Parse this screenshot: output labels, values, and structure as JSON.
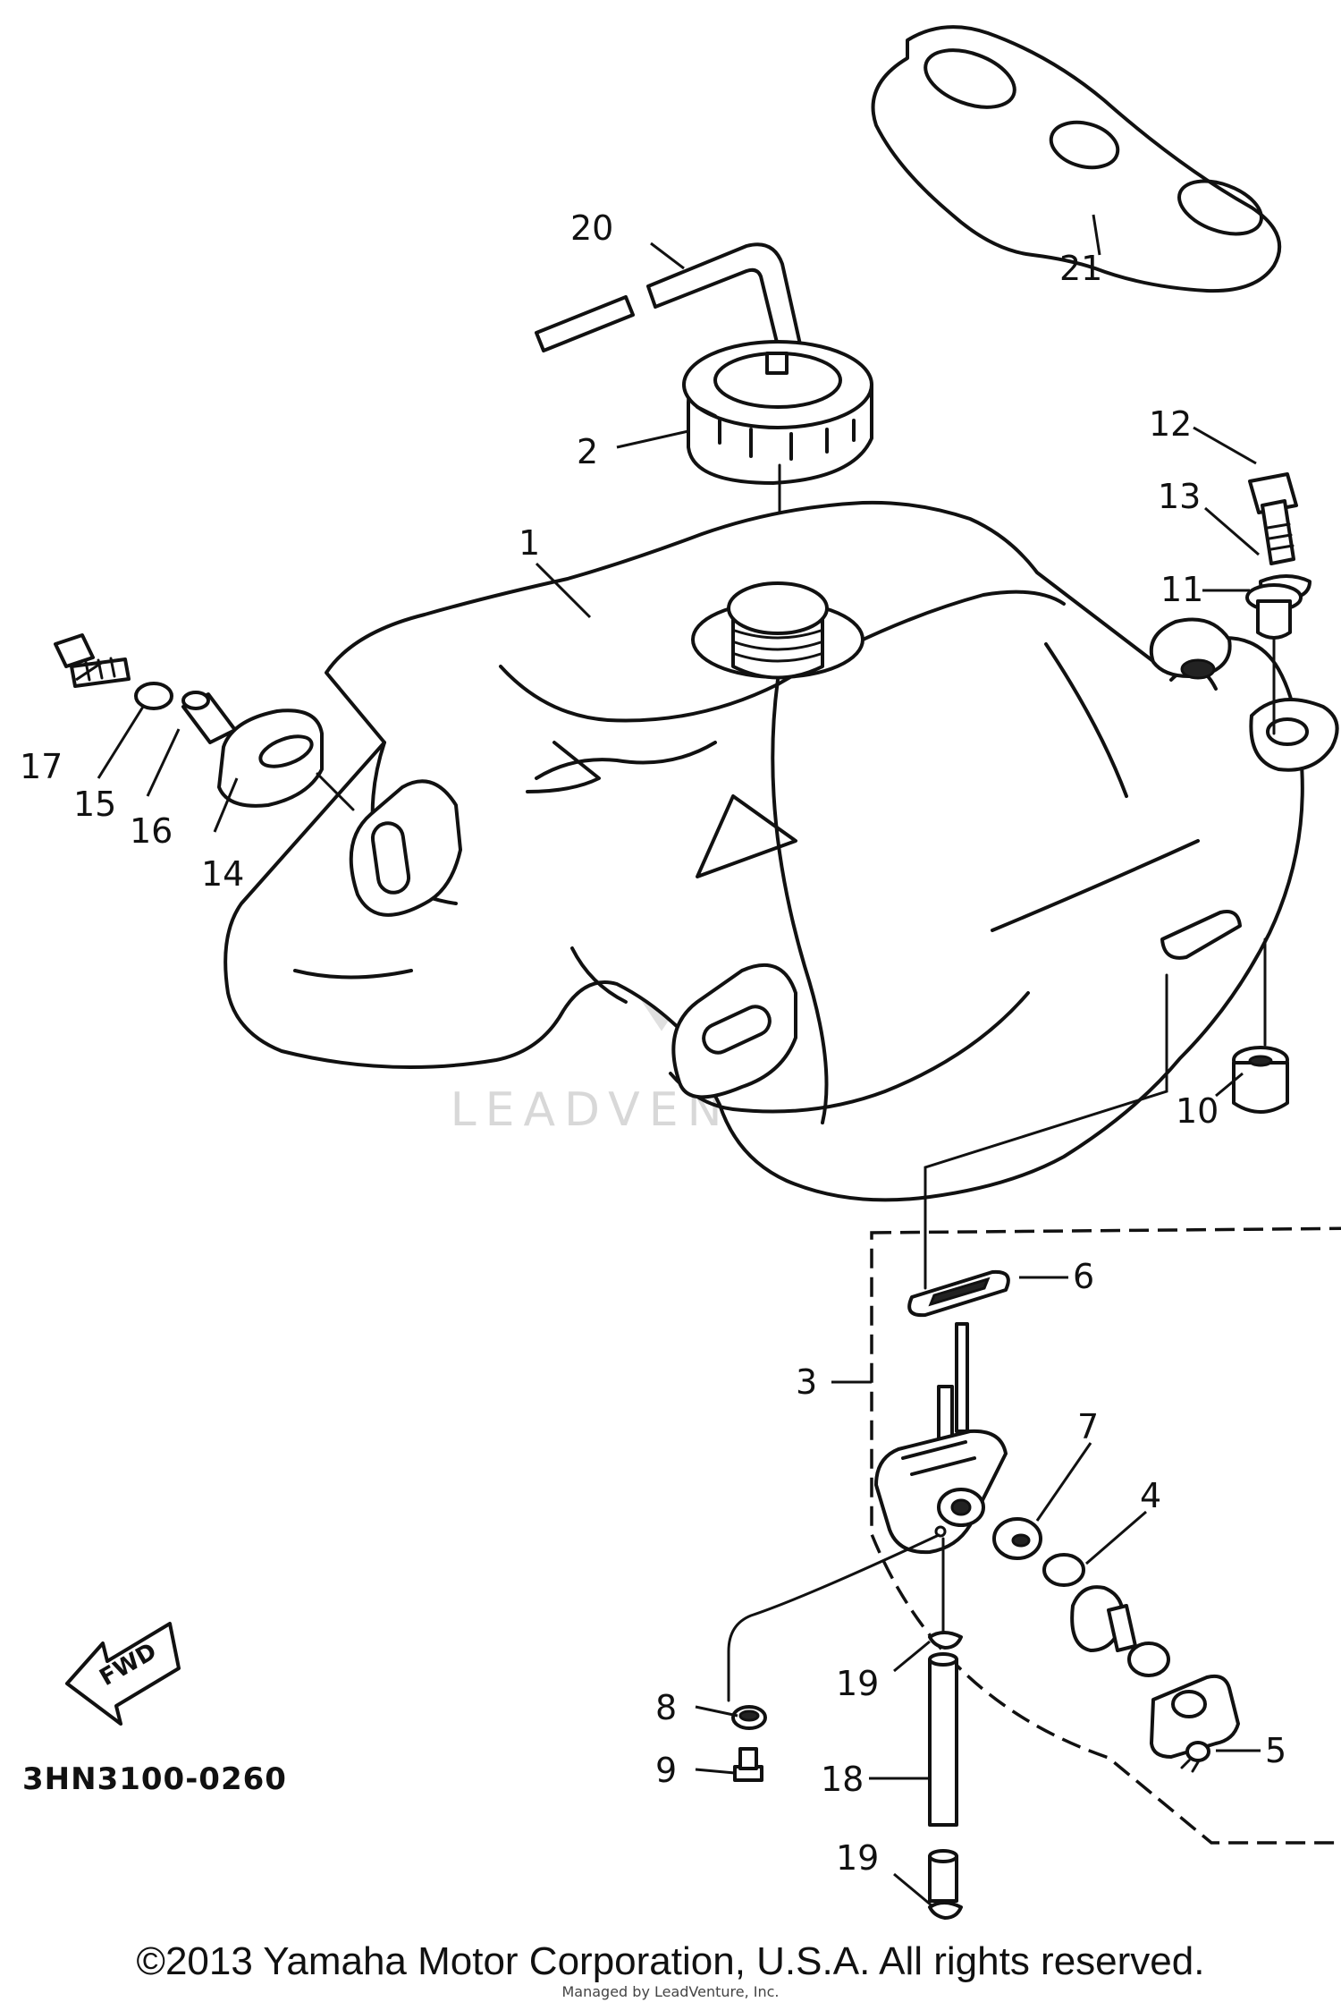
{
  "callouts": {
    "c1": "1",
    "c2": "2",
    "c3": "3",
    "c4": "4",
    "c5": "5",
    "c6": "6",
    "c7": "7",
    "c8": "8",
    "c9": "9",
    "c10": "10",
    "c11": "11",
    "c12": "12",
    "c13": "13",
    "c14": "14",
    "c15": "15",
    "c16": "16",
    "c17": "17",
    "c18": "18",
    "c19a": "19",
    "c19b": "19",
    "c20": "20",
    "c21": "21"
  },
  "diagram_code": "3HN3100-0260",
  "fwd_label": "FWD",
  "watermark": "LEADVENTURE",
  "watermark_small": "Managed by LeadVenture, Inc.",
  "copyright": "©2013 Yamaha Motor Corporation, U.S.A. All rights reserved."
}
